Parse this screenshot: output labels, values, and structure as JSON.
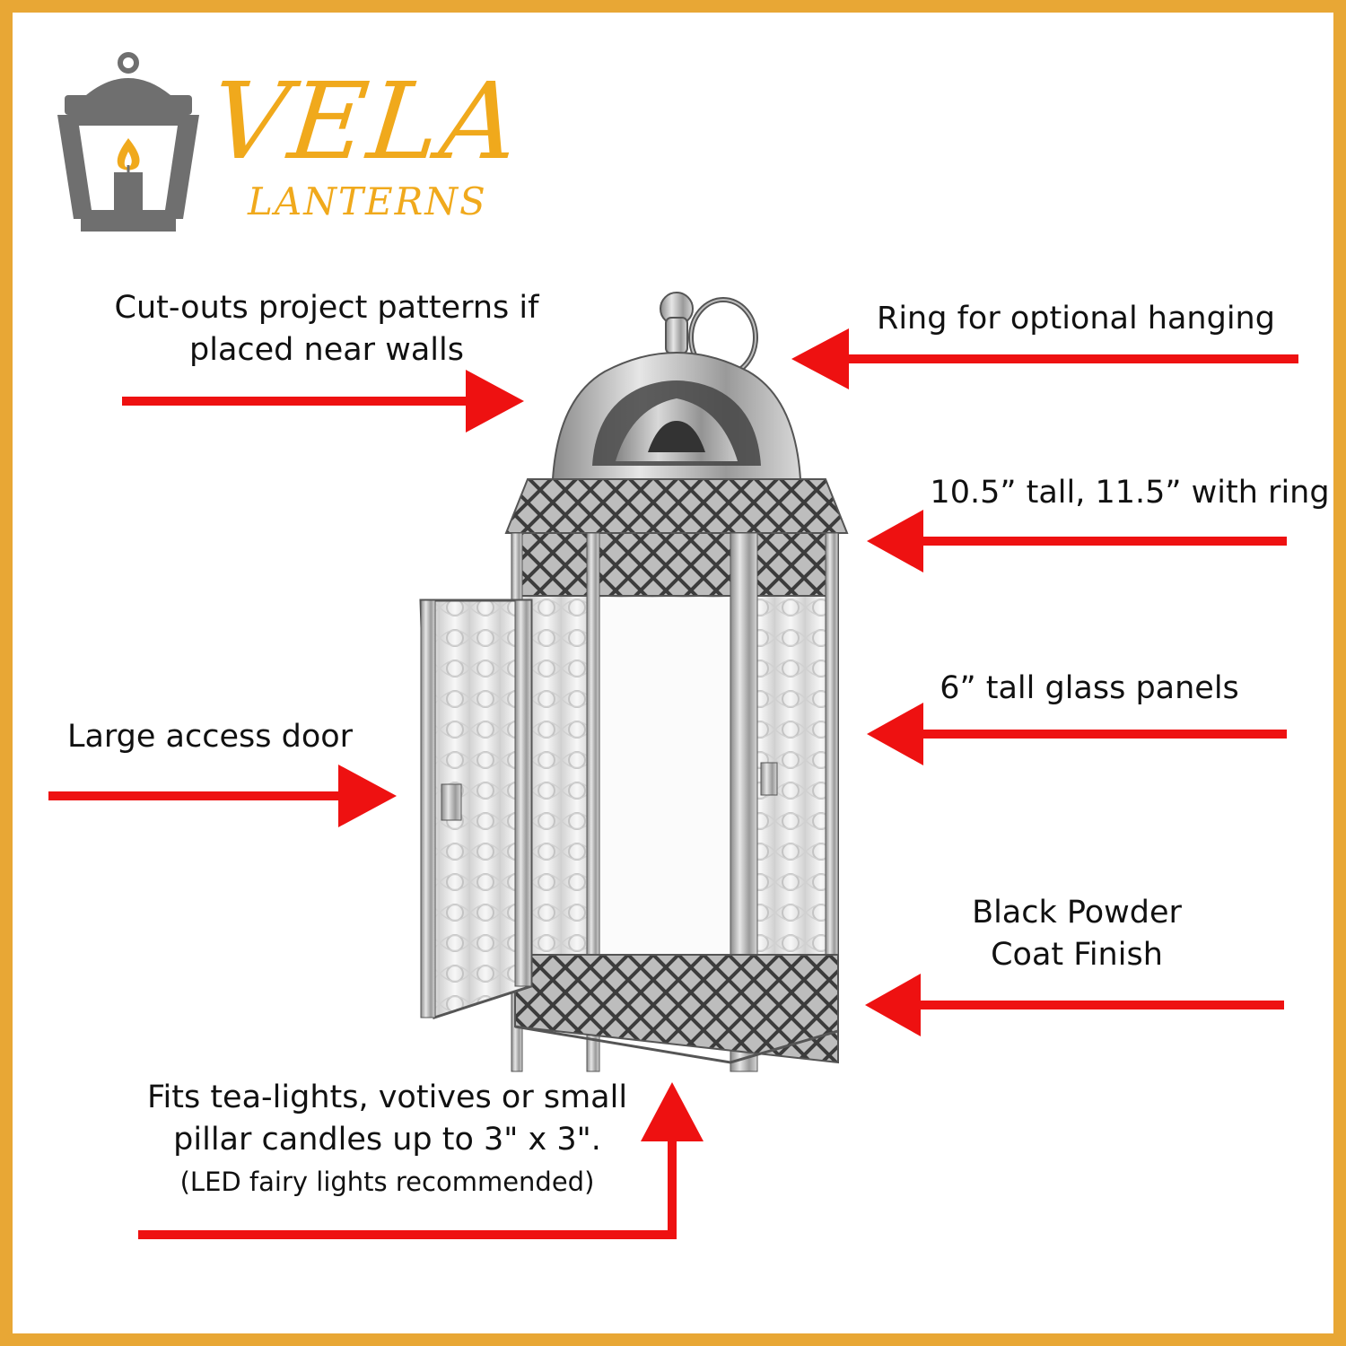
{
  "brand": {
    "name": "VELA",
    "tagline": "LANTERNS",
    "colors": {
      "brand": "#f0a91c",
      "icon": "#6f6f6f",
      "flame": "#f0a91c",
      "arrow": "#ee1111",
      "border": "#e8a735"
    }
  },
  "callouts": {
    "cutouts": {
      "line1": "Cut-outs project patterns if",
      "line2": "placed near walls"
    },
    "ring": {
      "text": "Ring for optional hanging"
    },
    "height": {
      "text": "10.5” tall, 11.5” with ring"
    },
    "panels": {
      "text": "6” tall glass panels"
    },
    "door": {
      "text": "Large access door"
    },
    "finish": {
      "line1": "Black Powder",
      "line2": "Coat Finish"
    },
    "candles": {
      "line1": "Fits tea-lights, votives or small",
      "line2": "pillar candles up to 3\" x 3\".",
      "line3": "(LED fairy lights recommended)"
    }
  },
  "icons": [
    "lantern-logo-icon",
    "flame-icon",
    "hanging-ring-icon"
  ]
}
